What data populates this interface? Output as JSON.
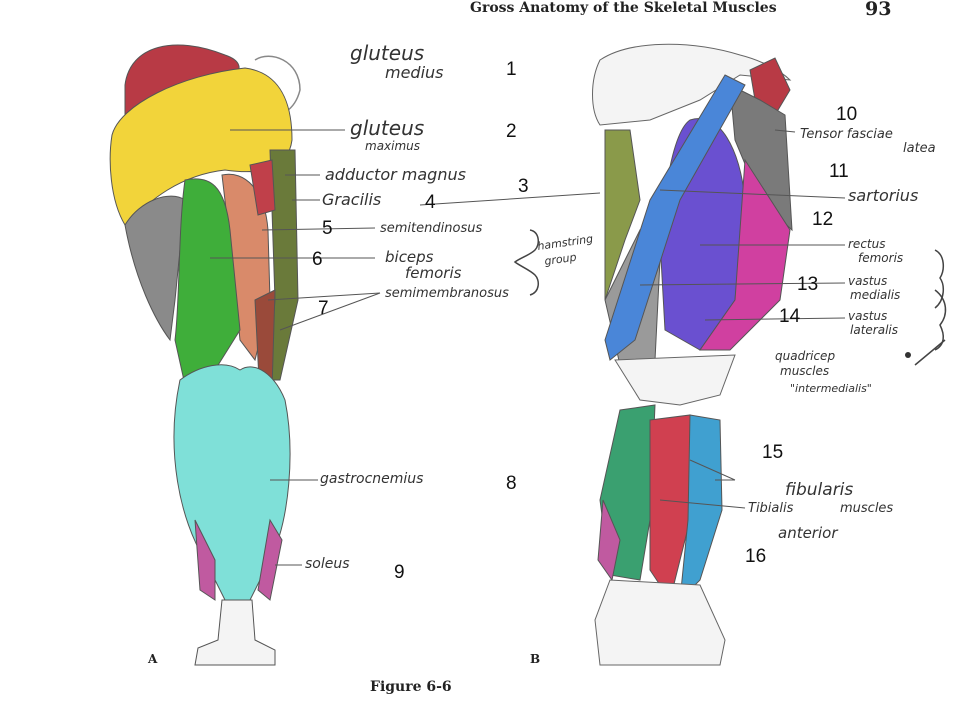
{
  "header": {
    "title": "Gross Anatomy of the Skeletal Muscles",
    "page_number": "93"
  },
  "caption": "Figure 6-6",
  "panels": {
    "a": "A",
    "b": "B"
  },
  "posterior_labels": [
    {
      "text": "gluteus",
      "text2": "medius"
    },
    {
      "text": "gluteus",
      "text2": "maximus"
    },
    {
      "text": "adductor magnus"
    },
    {
      "text": "Gracilis"
    },
    {
      "text": "semitendinosus"
    },
    {
      "text": "biceps",
      "text2": "femoris"
    },
    {
      "text": "semimembranosus"
    },
    {
      "text": "gastrocnemius"
    },
    {
      "text": "soleus"
    }
  ],
  "hamstring_group": {
    "line1": "hamstring",
    "line2": "group"
  },
  "anterior_labels": [
    {
      "text": "Tensor fasciae",
      "text2": "latea"
    },
    {
      "text": "sartorius"
    },
    {
      "text": "rectus",
      "text2": "femoris"
    },
    {
      "text": "vastus",
      "text2": "medialis"
    },
    {
      "text": "vastus",
      "text2": "lateralis"
    },
    {
      "text": "fibularis",
      "text2": "muscles"
    },
    {
      "text": "Tibialis",
      "text2": "anterior"
    }
  ],
  "quadricep_note": {
    "line1": "quadricep",
    "line2": "muscles",
    "line3": "\"intermedialis\""
  },
  "numbers": [
    "1",
    "2",
    "3",
    "4",
    "5",
    "6",
    "7",
    "8",
    "9",
    "10",
    "11",
    "12",
    "13",
    "14",
    "15",
    "16"
  ],
  "colors": {
    "gluteus_medius": "#b83a45",
    "gluteus_maximus": "#f2d43a",
    "gracilis_semimem": "#6a7a3a",
    "biceps_femoris": "#3fae3a",
    "semitendinosus": "#d98a6a",
    "gastrocnemius": "#7fe0d8",
    "soleus": "#c05aa0",
    "tensor_fasciae": "#7a7a7a",
    "sartorius": "#4a86d8",
    "rectus_femoris": "#6a50d0",
    "vastus_lateralis": "#d040a0",
    "fibularis": "#d04050",
    "tibialis": "#40a0d0"
  }
}
